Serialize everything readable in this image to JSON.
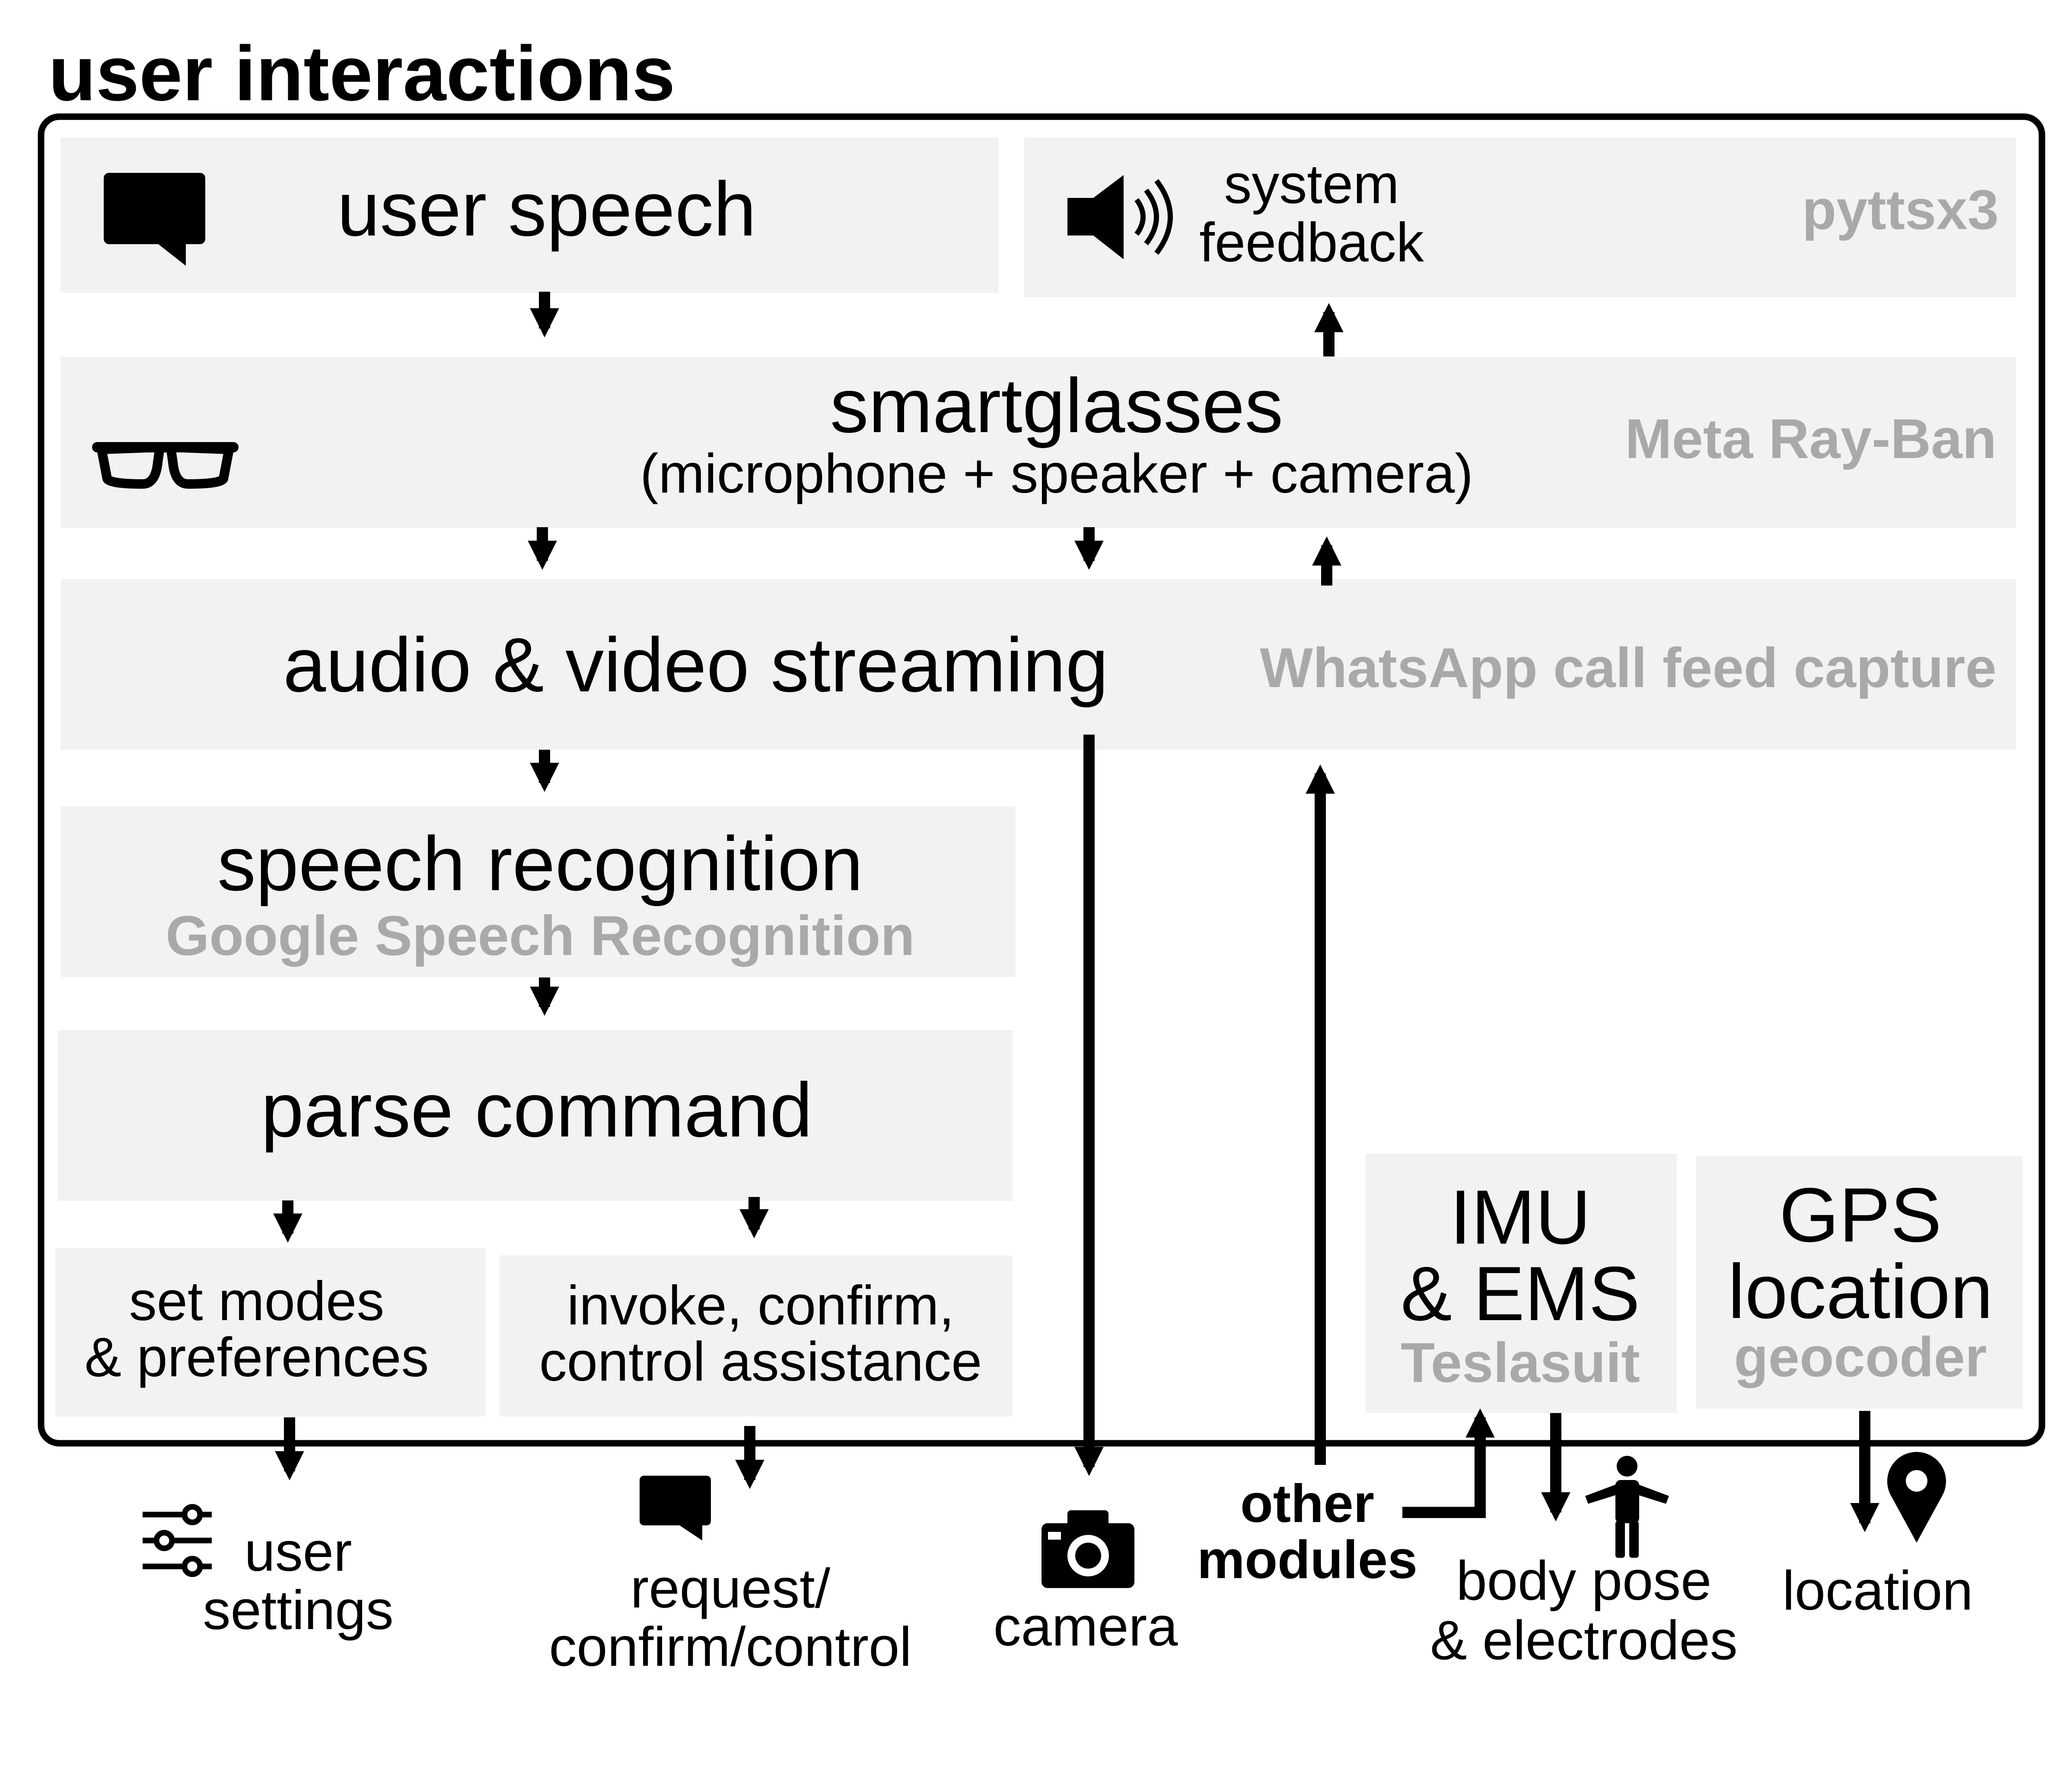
{
  "diagram": {
    "title": "user interactions",
    "nodes": {
      "user_speech": {
        "label": "user speech"
      },
      "system_feedback": {
        "label_lines": [
          "system",
          "feedback"
        ],
        "tool": "pyttsx3"
      },
      "smartglasses": {
        "label": "smartglasses",
        "sublabel": "(microphone + speaker + camera)",
        "tool": "Meta Ray-Ban"
      },
      "streaming": {
        "label": "audio & video streaming",
        "tool": "WhatsApp call feed capture"
      },
      "speech_recognition": {
        "label": "speech recognition",
        "tool": "Google Speech Recognition"
      },
      "parse_command": {
        "label": "parse command"
      },
      "set_modes": {
        "label_lines": [
          "set modes",
          "& preferences"
        ]
      },
      "invoke": {
        "label_lines": [
          "invoke, confirm,",
          "control assistance"
        ]
      },
      "imu_ems": {
        "label_lines": [
          "IMU",
          "& EMS"
        ],
        "tool": "Teslasuit"
      },
      "gps": {
        "label_lines": [
          "GPS",
          "location"
        ],
        "tool": "geocoder"
      }
    },
    "outputs": {
      "user_settings": {
        "label_lines": [
          "user",
          "settings"
        ],
        "icon": "sliders-icon"
      },
      "request": {
        "label_lines": [
          "request/",
          "confirm/control"
        ],
        "icon": "speech-bubble-icon"
      },
      "camera": {
        "label": "camera",
        "icon": "camera-icon"
      },
      "other_modules": {
        "label_lines": [
          "other",
          "modules"
        ]
      },
      "body_pose": {
        "label_lines": [
          "body pose",
          "& electrodes"
        ],
        "icon": "body-figure-icon"
      },
      "location": {
        "label": "location",
        "icon": "location-pin-icon"
      }
    },
    "icons": {
      "user_speech": "speech-bubble-icon",
      "system_feedback": "speaker-icon",
      "smartglasses": "glasses-icon"
    },
    "colors": {
      "box": "#f2f2f2",
      "tool_text": "#a9a9a9",
      "stroke": "#000000"
    }
  }
}
